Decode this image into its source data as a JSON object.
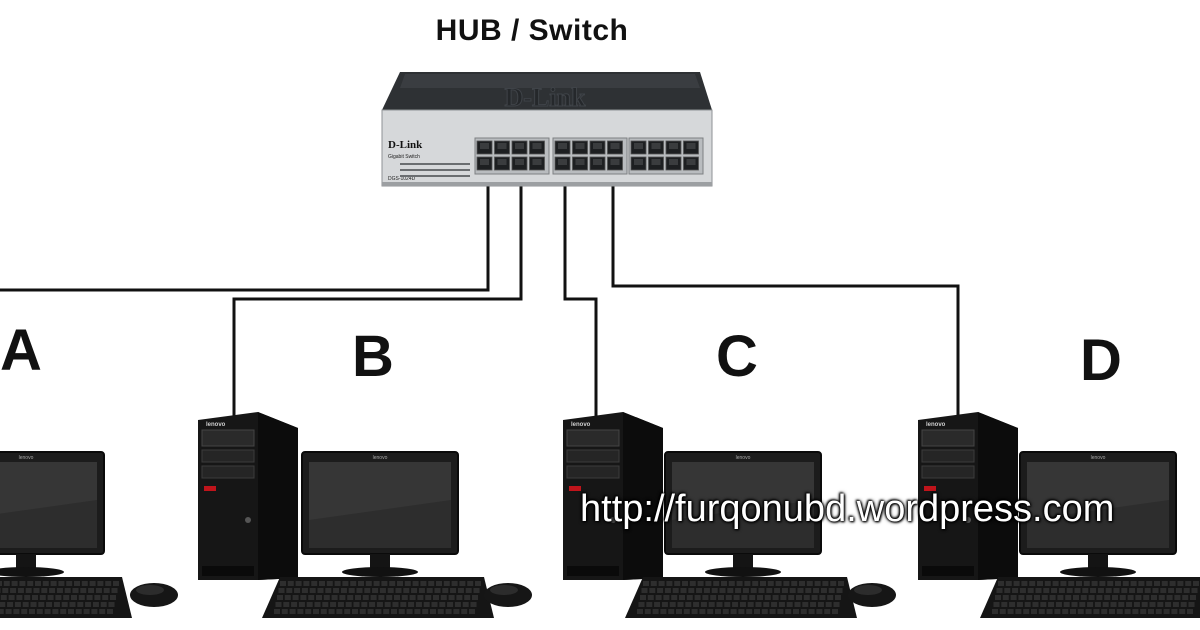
{
  "title": "HUB / Switch",
  "switch": {
    "brand_top": "D-Link",
    "brand_front": "D-Link",
    "model": "DGS-1024D",
    "subtitle": "Gigabit Switch"
  },
  "nodes": [
    {
      "id": "A",
      "label": "A",
      "brand": "lenovo"
    },
    {
      "id": "B",
      "label": "B",
      "brand": "lenovo"
    },
    {
      "id": "C",
      "label": "C",
      "brand": "lenovo"
    },
    {
      "id": "D",
      "label": "D",
      "brand": "lenovo"
    }
  ],
  "watermark": "http://furqonubd.wordpress.com",
  "colors": {
    "cable": "#111111",
    "switch_body": "#2a2d30",
    "switch_front": "#d7d9db",
    "tower": "#1a1a1a",
    "monitor": "#1e1e1e",
    "screen": "#2b2b2b"
  }
}
